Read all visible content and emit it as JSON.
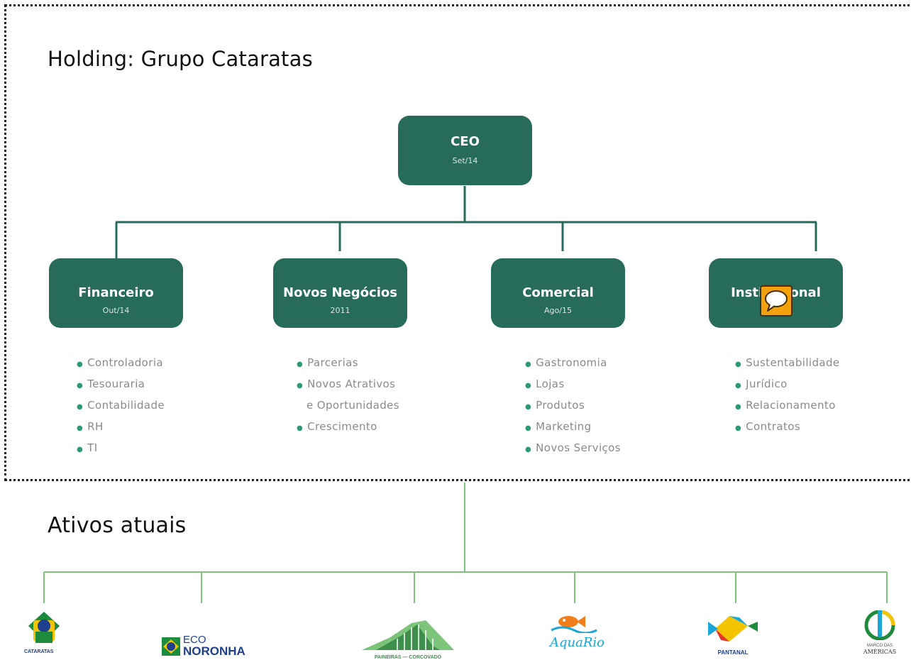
{
  "holding_title": "Holding: Grupo Cataratas",
  "ceo": {
    "title": "CEO",
    "date": "Set/14"
  },
  "departments": [
    {
      "title": "Financeiro",
      "date": "Out/14",
      "items": [
        "Controladoria",
        "Tesouraria",
        "Contabilidade",
        "RH",
        "TI"
      ]
    },
    {
      "title": "Novos Negócios",
      "date": "2011",
      "items": [
        "Parcerias",
        "Novos Atrativos",
        "e Oportunidades",
        "Crescimento"
      ]
    },
    {
      "title": "Comercial",
      "date": "Ago/15",
      "items": [
        "Gastronomia",
        "Lojas",
        "Produtos",
        "Marketing",
        "Novos Serviços"
      ]
    },
    {
      "title": "Institucional",
      "date": "",
      "items": [
        "Sustentabilidade",
        "Jurídico",
        "Relacionamento",
        "Contratos"
      ]
    }
  ],
  "assets_title": "Ativos atuais",
  "assets": [
    {
      "name": "cataratas-logo",
      "text": "CATARATAS"
    },
    {
      "name": "eco-noronha-logo",
      "text1": "ECO",
      "text2": "NORONHA"
    },
    {
      "name": "paineiras-corcovado-logo",
      "text": "PAINEIRAS — CORCOVADO"
    },
    {
      "name": "aquario-logo",
      "text": "AquaRio"
    },
    {
      "name": "pantanal-logo",
      "text": "PANTANAL"
    },
    {
      "name": "marco-das-americas-logo",
      "text1": "MARCO DAS",
      "text2": "AMÉRICAS"
    }
  ],
  "colors": {
    "box": "#276b5b",
    "org_line": "#276b5b",
    "asset_line": "#7cc47a",
    "bullet": "#2c9a70",
    "bubble": "#f3a20e"
  },
  "icons": [
    "speech-bubble-icon"
  ]
}
